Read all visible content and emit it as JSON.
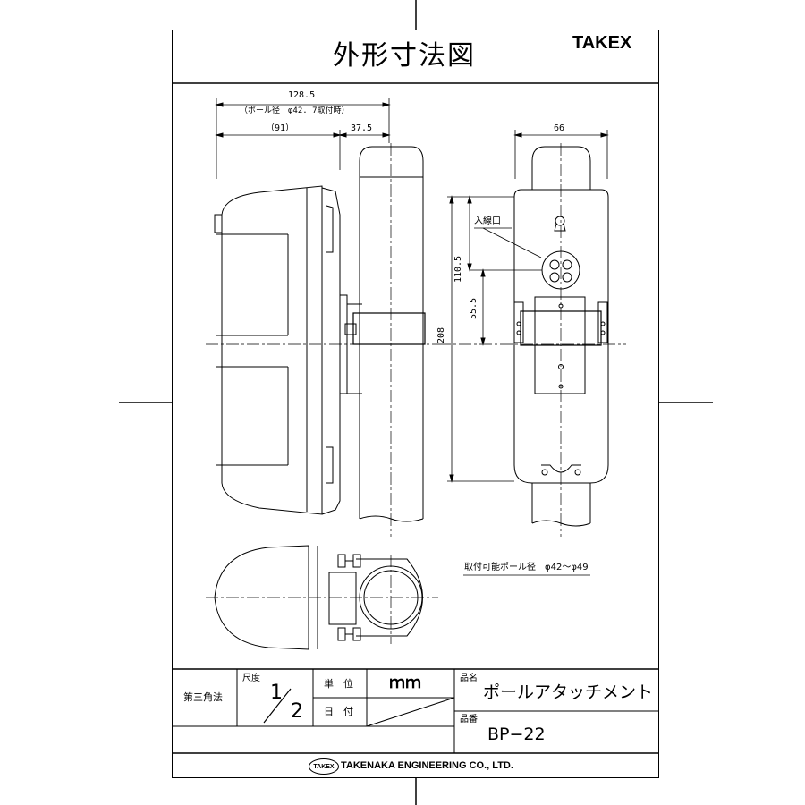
{
  "title": "外形寸法図",
  "brand": "TAKEX",
  "side_view": {
    "dim_overall": "128.5",
    "dim_overall_note": "（ポール径　φ42. 7取付時）",
    "dim_body": "（91）",
    "dim_offset": "37.5"
  },
  "front_view": {
    "dim_width": "66",
    "dim_height": "208",
    "dim_inlet": "110.5",
    "dim_bracket": "55.5",
    "inlet_label": "入線口"
  },
  "pole_note": "取付可能ポール径　φ42～φ49",
  "title_block": {
    "projection": "第三角法",
    "scale_label": "尺度",
    "scale_num": "1",
    "scale_den": "2",
    "unit_label": "単　位",
    "unit_value": "ｍｍ",
    "date_label": "日　付",
    "name_label": "品名",
    "name_value": "ポールアタッチメント",
    "code_label": "品番",
    "code_value": "BP−22",
    "company_logo": "TAKEX",
    "company_name": "TAKENAKA ENGINEERING CO., LTD."
  }
}
